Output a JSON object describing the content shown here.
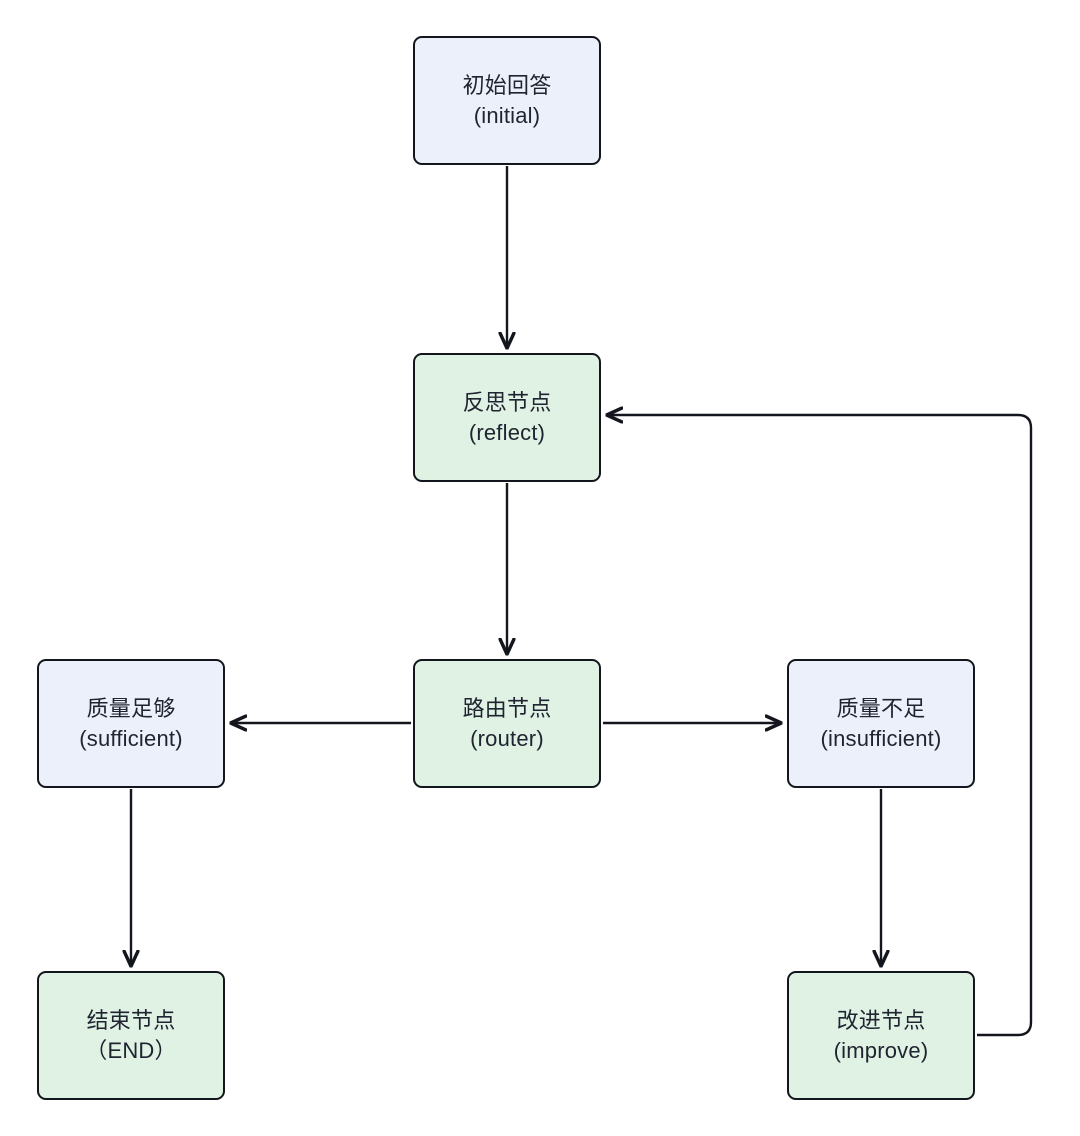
{
  "diagram": {
    "type": "flowchart",
    "title": "",
    "background_color": "#ffffff",
    "edge_color": "#13161c",
    "text_color": "#1f2430",
    "node_fill_blue": "#ecf0fa",
    "node_fill_green": "#dff2e4",
    "nodes": [
      {
        "id": "initial",
        "label_cn": "初始回答",
        "label_en": "(initial)",
        "style": "blue"
      },
      {
        "id": "reflect",
        "label_cn": "反思节点",
        "label_en": "(reflect)",
        "style": "green"
      },
      {
        "id": "router",
        "label_cn": "路由节点",
        "label_en": "(router)",
        "style": "green"
      },
      {
        "id": "sufficient",
        "label_cn": "质量足够",
        "label_en": "(sufficient)",
        "style": "blue"
      },
      {
        "id": "insufficient",
        "label_cn": "质量不足",
        "label_en": "(insufficient)",
        "style": "blue"
      },
      {
        "id": "end",
        "label_cn": "结束节点",
        "label_en": "（END）",
        "style": "green"
      },
      {
        "id": "improve",
        "label_cn": "改进节点",
        "label_en": "(improve)",
        "style": "green"
      }
    ],
    "edges": [
      {
        "from": "initial",
        "to": "reflect",
        "label": "",
        "direction": "down"
      },
      {
        "from": "reflect",
        "to": "router",
        "label": "",
        "direction": "down"
      },
      {
        "from": "router",
        "to": "sufficient",
        "label": "",
        "direction": "left"
      },
      {
        "from": "router",
        "to": "insufficient",
        "label": "",
        "direction": "right"
      },
      {
        "from": "sufficient",
        "to": "end",
        "label": "",
        "direction": "down"
      },
      {
        "from": "insufficient",
        "to": "improve",
        "label": "",
        "direction": "down"
      },
      {
        "from": "improve",
        "to": "reflect",
        "label": "",
        "direction": "loop-right-up"
      }
    ]
  }
}
